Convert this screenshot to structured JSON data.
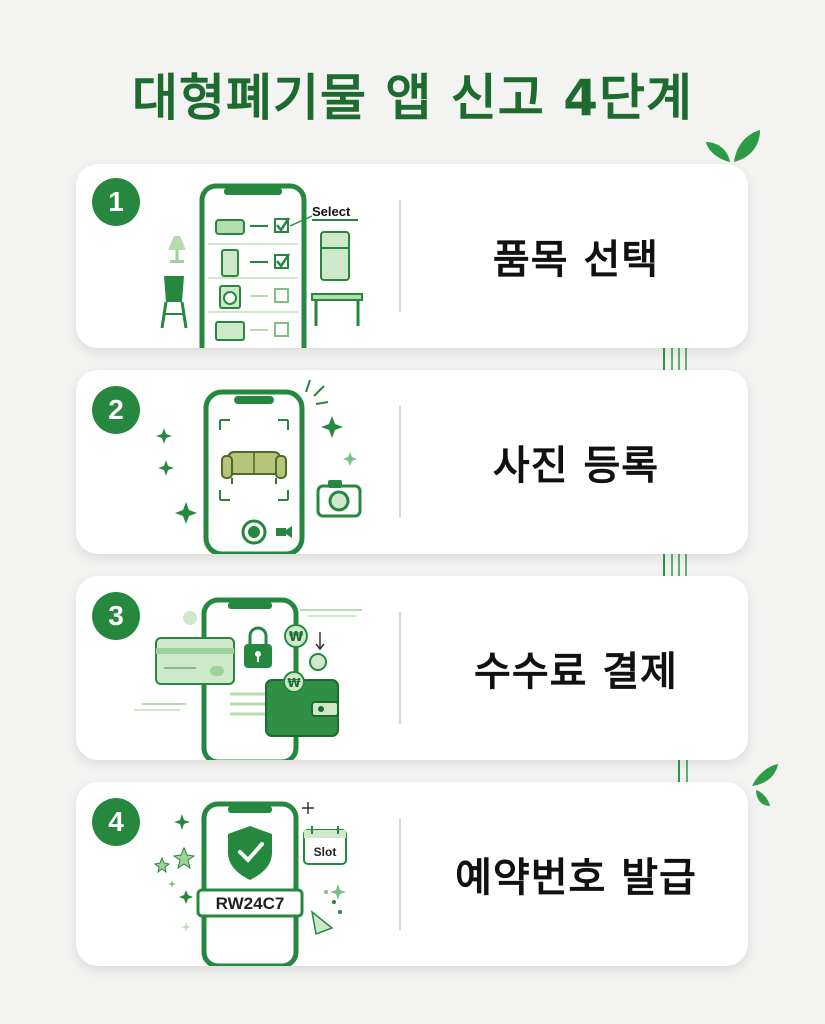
{
  "title": "대형폐기물 앱 신고 4단계",
  "steps": [
    {
      "number": "1",
      "label": "품목 선택",
      "illustration_text": "Select"
    },
    {
      "number": "2",
      "label": "사진 등록"
    },
    {
      "number": "3",
      "label": "수수료 결제",
      "currency_symbol": "₩"
    },
    {
      "number": "4",
      "label": "예약번호 발급",
      "calendar_text": "Slot",
      "reservation_code": "RW24C7"
    }
  ],
  "colors": {
    "primary": "#25883e",
    "dark": "#1e6b2f",
    "light": "#cfe8c9",
    "background": "#f3f3f2"
  }
}
